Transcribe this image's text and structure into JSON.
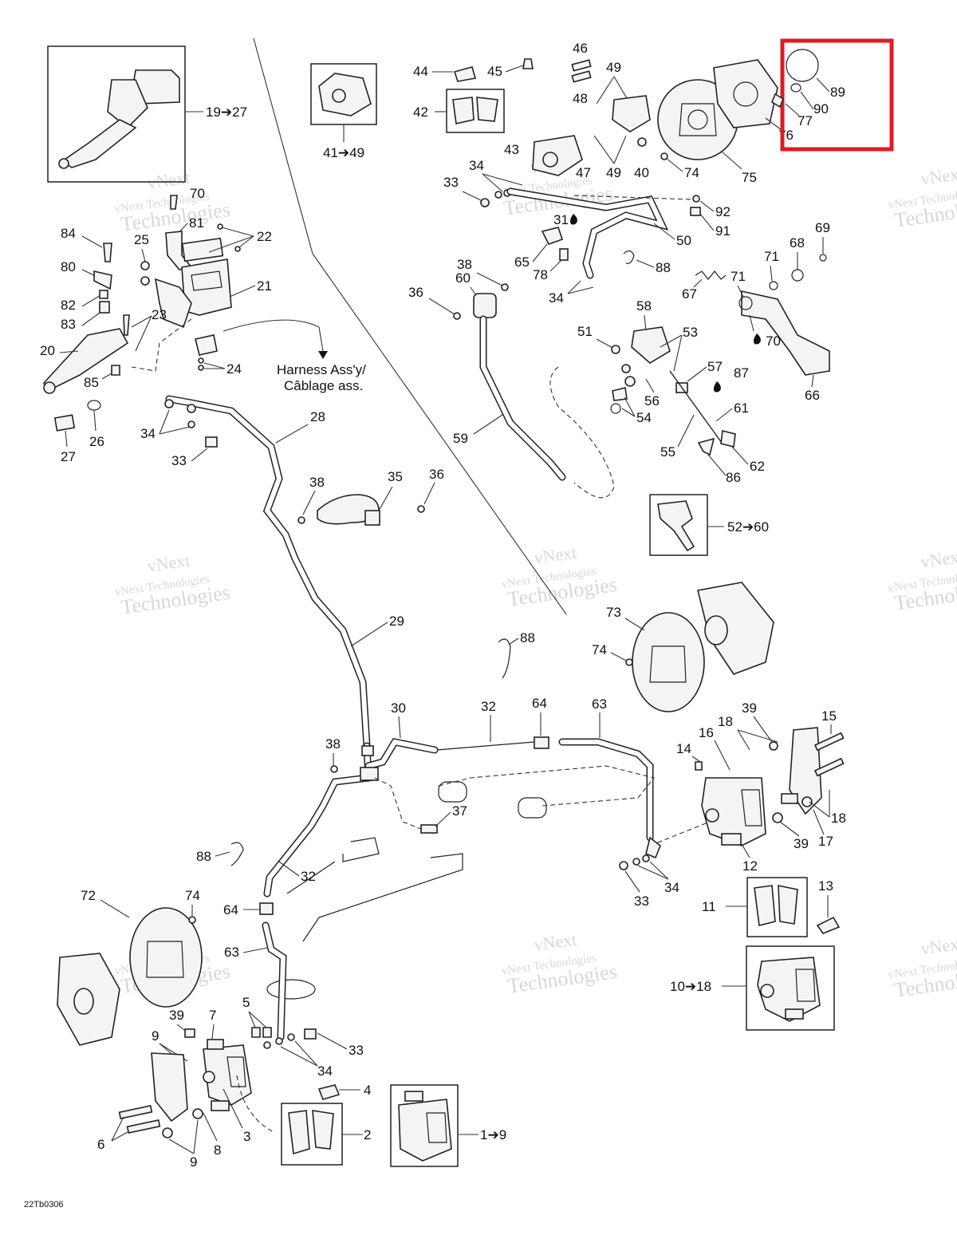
{
  "diagram_id": "22Tb0306",
  "notes": {
    "harness_line1": "Harness Ass'y/",
    "harness_line2": "Câblage ass."
  },
  "watermark": {
    "line1": "vNext",
    "line2": "vNext Technologies",
    "line3": "Technologies"
  },
  "highlight_color": "#e01a22",
  "callouts": {
    "c19_27": "19➔27",
    "c41_49": "41➔49",
    "c52_60": "52➔60",
    "c10_18": "10➔18",
    "c1_9": "1➔9",
    "n44": "44",
    "n45": "45",
    "n46": "46",
    "n49a": "49",
    "n48": "48",
    "n42": "42",
    "n43": "43",
    "n47": "47",
    "n49b": "49",
    "n40": "40",
    "n34a": "34",
    "n33a": "33",
    "n74a": "74",
    "n75": "75",
    "n76": "76",
    "n77": "77",
    "n89": "89",
    "n90": "90",
    "n92": "92",
    "n91": "91",
    "n31": "31",
    "n50": "50",
    "n65": "65",
    "n78": "78",
    "n88a": "88",
    "n34b": "34",
    "n38a": "38",
    "n60": "60",
    "n36a": "36",
    "n58": "58",
    "n51": "51",
    "n53": "53",
    "n57": "57",
    "n87": "87",
    "n56": "56",
    "n54": "54",
    "n61": "61",
    "n55": "55",
    "n62": "62",
    "n86": "86",
    "n59": "59",
    "n67": "67",
    "n71a": "71",
    "n68": "68",
    "n69": "69",
    "n71b": "71",
    "n70": "70",
    "n66": "66",
    "n70b": "70",
    "n81": "81",
    "n22": "22",
    "n84": "84",
    "n25": "25",
    "n80": "80",
    "n21": "21",
    "n82": "82",
    "n83": "83",
    "n23": "23",
    "n20": "20",
    "n24": "24",
    "n85": "85",
    "n26": "26",
    "n27": "27",
    "n34c": "34",
    "n33b": "33",
    "n28": "28",
    "n38b": "38",
    "n35": "35",
    "n36b": "36",
    "n29": "29",
    "n73": "73",
    "n74b": "74",
    "n88b": "88",
    "n30": "30",
    "n32a": "32",
    "n64a": "64",
    "n63a": "63",
    "n38c": "38",
    "n37": "37",
    "n39a": "39",
    "n18a": "18",
    "n15": "15",
    "n16": "16",
    "n14": "14",
    "n18b": "18",
    "n39b": "39",
    "n17": "17",
    "n12": "12",
    "n33c": "33",
    "n34d": "34",
    "n11": "11",
    "n13": "13",
    "n88c": "88",
    "n32b": "32",
    "n72": "72",
    "n74c": "74",
    "n64b": "64",
    "n63b": "63",
    "n5": "5",
    "n39c": "39",
    "n7": "7",
    "n9a": "9",
    "n33d": "33",
    "n34e": "34",
    "n4": "4",
    "n3": "3",
    "n2": "2",
    "n6": "6",
    "n9b": "9",
    "n8": "8"
  }
}
